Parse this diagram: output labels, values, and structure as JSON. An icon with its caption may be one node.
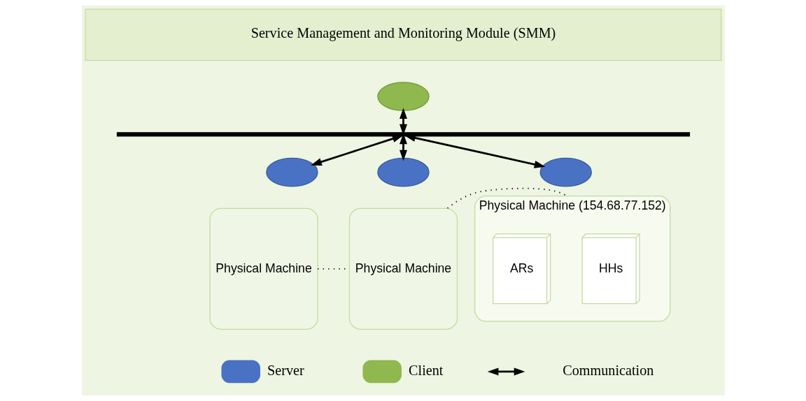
{
  "diagram": {
    "nodes": [
      {
        "text": [
          "Service Management and Monitoring Module (SMM)"
        ]
      },
      {
        "text": [],
        "shape": "ellipse"
      },
      {
        "text": [],
        "shape": "bar"
      },
      {
        "text": [
          "Physical Machine"
        ]
      },
      {
        "text": [],
        "shape": "ellipse"
      },
      {
        "text": [
          "Physical Machine"
        ]
      },
      {
        "text": [],
        "shape": "ellipse"
      },
      {
        "text": [
          "Physical Machine (154.68.77.152)"
        ]
      },
      {
        "text": [],
        "shape": "ellipse"
      },
      {
        "text": [
          "HHs"
        ],
        "in": 7
      },
      {
        "text": [
          "ARs"
        ],
        "in": 7
      }
    ],
    "edges": [
      {
        "from": 1,
        "to": 2,
        "arrow": "both"
      },
      {
        "from": 2,
        "to": 4,
        "arrow": "both"
      },
      {
        "from": 2,
        "to": 6,
        "arrow": "both"
      },
      {
        "from": 2,
        "to": 8,
        "arrow": "both"
      },
      {
        "from": 3,
        "to": 5,
        "arrow": "none",
        "style": "dashed"
      },
      {
        "from": 5,
        "to": 7,
        "arrow": "none",
        "style": "dashed"
      }
    ],
    "legend": [
      {
        "text": "Server",
        "color": "#4a72c4"
      },
      {
        "text": "Client",
        "color": "#8fb84e"
      },
      {
        "text": "Communication"
      }
    ]
  }
}
